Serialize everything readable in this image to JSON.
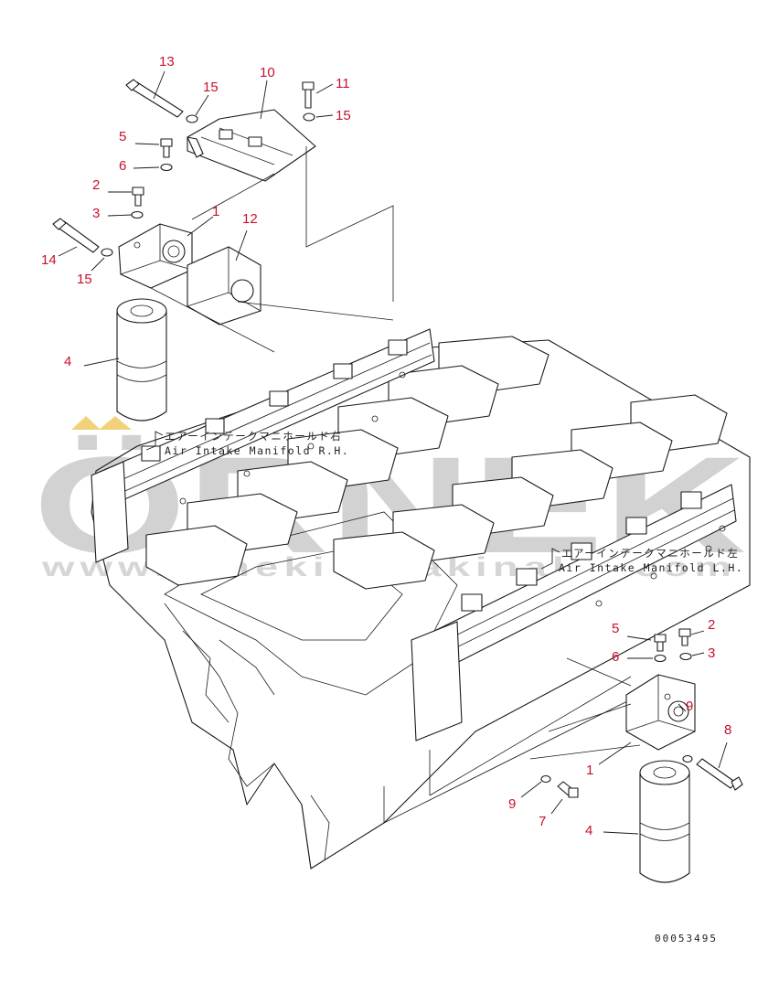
{
  "diagram": {
    "callouts": [
      {
        "id": "c13a",
        "label": "13"
      },
      {
        "id": "c10",
        "label": "10"
      },
      {
        "id": "c15a",
        "label": "15"
      },
      {
        "id": "c11",
        "label": "11"
      },
      {
        "id": "c15b",
        "label": "15"
      },
      {
        "id": "c5a",
        "label": "5"
      },
      {
        "id": "c6a",
        "label": "6"
      },
      {
        "id": "c2a",
        "label": "2"
      },
      {
        "id": "c3a",
        "label": "3"
      },
      {
        "id": "c1a",
        "label": "1"
      },
      {
        "id": "c12",
        "label": "12"
      },
      {
        "id": "c14",
        "label": "14"
      },
      {
        "id": "c15c",
        "label": "15"
      },
      {
        "id": "c4a",
        "label": "4"
      },
      {
        "id": "c5b",
        "label": "5"
      },
      {
        "id": "c2b",
        "label": "2"
      },
      {
        "id": "c6b",
        "label": "6"
      },
      {
        "id": "c3b",
        "label": "3"
      },
      {
        "id": "c9a",
        "label": "9"
      },
      {
        "id": "c8",
        "label": "8"
      },
      {
        "id": "c1b",
        "label": "1"
      },
      {
        "id": "c9b",
        "label": "9"
      },
      {
        "id": "c7",
        "label": "7"
      },
      {
        "id": "c4b",
        "label": "4"
      }
    ],
    "notes": {
      "rh_jp": "エアーインテークマニホールド右",
      "rh_en": "Air Intake Manifold R.H.",
      "lh_jp": "エアーインテークマニホールド左",
      "lh_en": "Air Intake Manifold L.H."
    },
    "drawing_number": "00053495",
    "watermark": {
      "brand": "ÖRNEK",
      "url": "www.orneki smakinalar.com"
    }
  }
}
